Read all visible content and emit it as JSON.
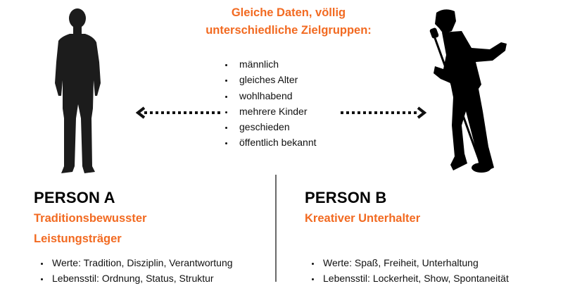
{
  "headline": {
    "line1": "Gleiche Daten, völlig",
    "line2": "unterschiedliche Zielgruppen:"
  },
  "shared_traits": [
    "männlich",
    "gleiches Alter",
    "wohlhabend",
    "mehrere Kinder",
    "geschieden",
    "öffentlich bekannt"
  ],
  "colors": {
    "accent": "#f26a21",
    "text": "#000000",
    "divider": "#6a6a6a"
  },
  "person_a": {
    "title": "PERSON A",
    "subtitle_line1": "Traditionsbewusster",
    "subtitle_line2": "Leistungsträger",
    "traits": [
      "Werte: Tradition, Disziplin, Verantwortung",
      "Lebensstil: Ordnung, Status, Struktur"
    ],
    "icon": "standing-man-silhouette"
  },
  "person_b": {
    "title": "PERSON B",
    "subtitle": "Kreativer Unterhalter",
    "traits": [
      "Werte: Spaß, Freiheit, Unterhaltung",
      "Lebensstil: Lockerheit, Show, Spontaneität"
    ],
    "icon": "singer-with-microphone-silhouette"
  }
}
